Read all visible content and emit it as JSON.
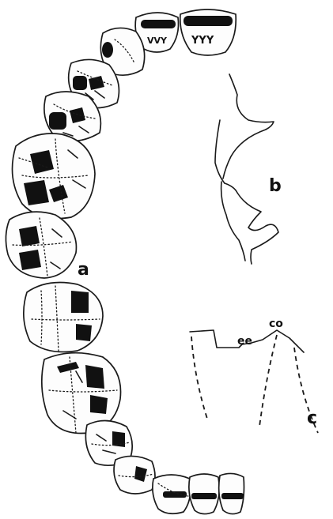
{
  "figure": {
    "labels": {
      "a": "a",
      "b": "b",
      "c": "c",
      "ee": "ee",
      "co": "co"
    },
    "cusp_marks": {
      "incisor_2": "VVY",
      "incisor_1": "YYY"
    },
    "ink_color": "#111111",
    "paper_color": "#ffffff"
  }
}
